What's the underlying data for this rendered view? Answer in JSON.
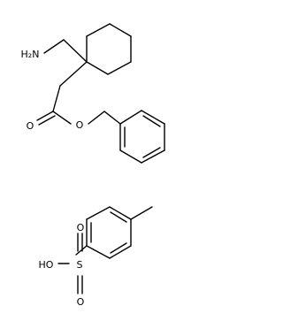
{
  "molecule_1": {
    "atom_labels": {
      "amine": "H₂N",
      "carbonyl_oxygen": "O",
      "ester_oxygen": "O"
    },
    "ring_types": [
      "cyclohexane",
      "benzene"
    ]
  },
  "molecule_2": {
    "atom_labels": {
      "hydroxyl": "HO",
      "sulfur": "S",
      "sulfonyl_oxygen_upper": "O",
      "sulfonyl_oxygen_lower": "O"
    },
    "ring_types": [
      "benzene"
    ]
  }
}
